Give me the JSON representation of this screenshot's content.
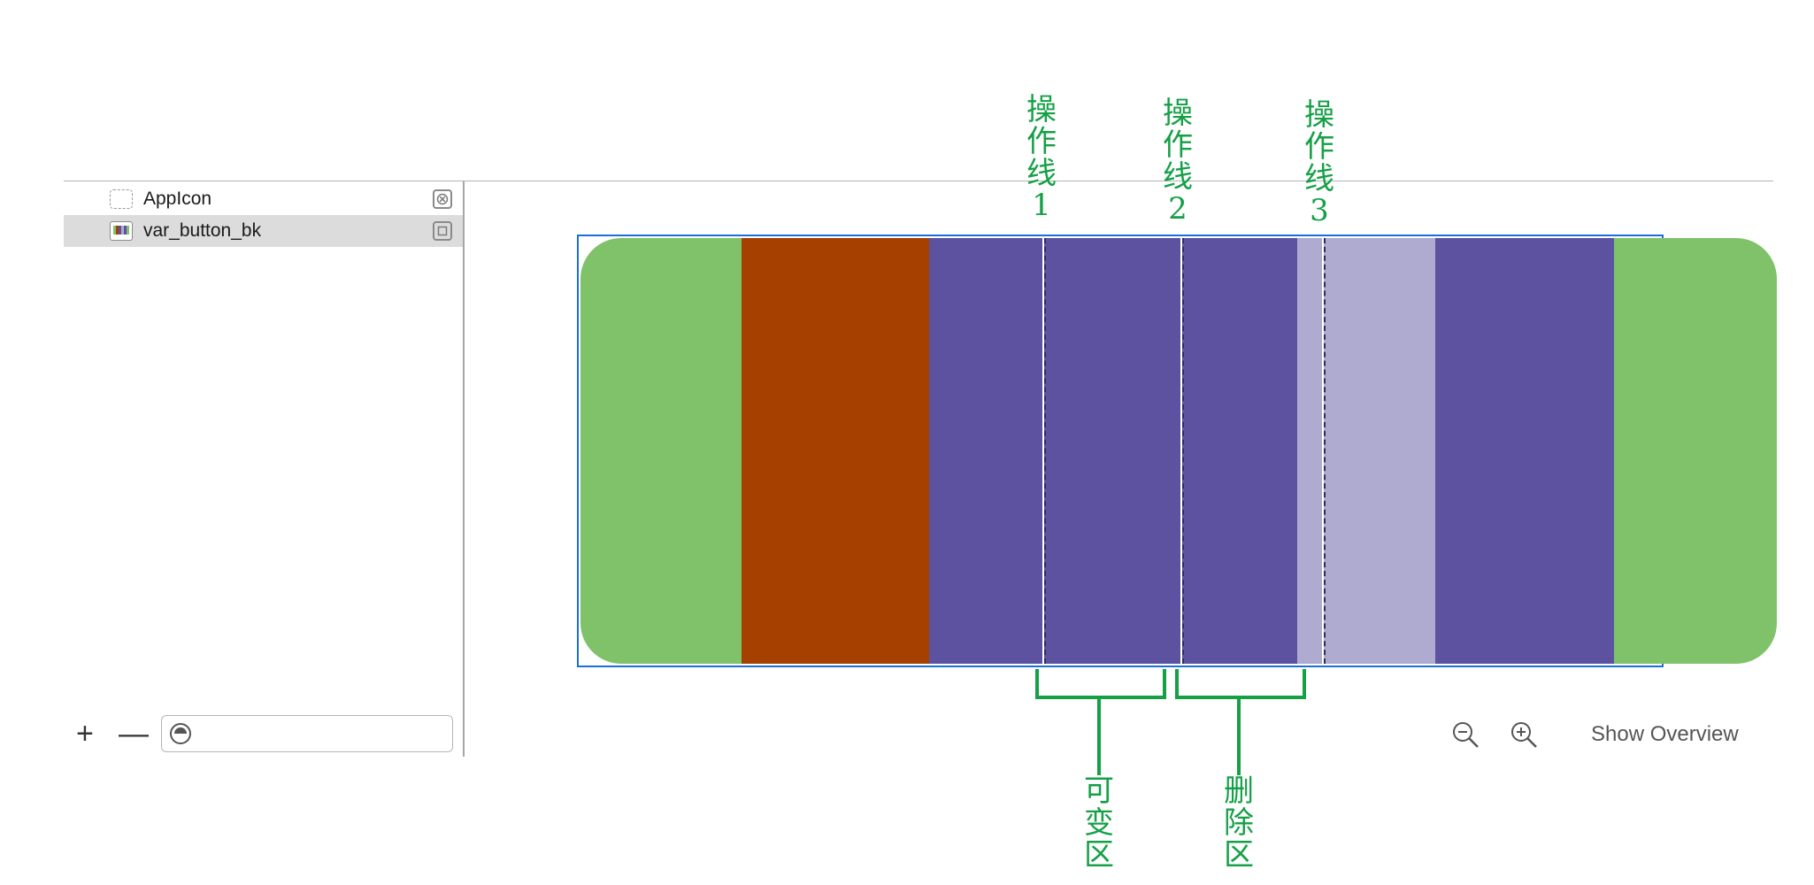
{
  "sidebar": {
    "items": [
      {
        "label": "AppIcon",
        "icon": "appiconset-icon",
        "selected": false,
        "badge": "circle-x-icon"
      },
      {
        "label": "var_button_bk",
        "icon": "imageset-icon",
        "selected": true,
        "badge": "square-icon"
      }
    ],
    "add_label": "+",
    "remove_label": "—",
    "filter_placeholder": ""
  },
  "editor": {
    "zoom_out_icon": "zoom-out-icon",
    "zoom_in_icon": "zoom-in-icon",
    "show_overview_label": "Show Overview"
  },
  "image_colors": {
    "left_cap": "#80c26a",
    "brown": "#a54000",
    "purple": "#5d52a0",
    "lavender": "#afaacf",
    "right_cap": "#80c26a",
    "selection": "#1b6fd8"
  },
  "annotations": {
    "color": "#15a046",
    "line1": [
      "操",
      "作",
      "线",
      "1"
    ],
    "line2": [
      "操",
      "作",
      "线",
      "2"
    ],
    "line3": [
      "操",
      "作",
      "线",
      "3"
    ],
    "variable_region": [
      "可",
      "变",
      "区"
    ],
    "delete_region": [
      "删",
      "除",
      "区"
    ]
  }
}
